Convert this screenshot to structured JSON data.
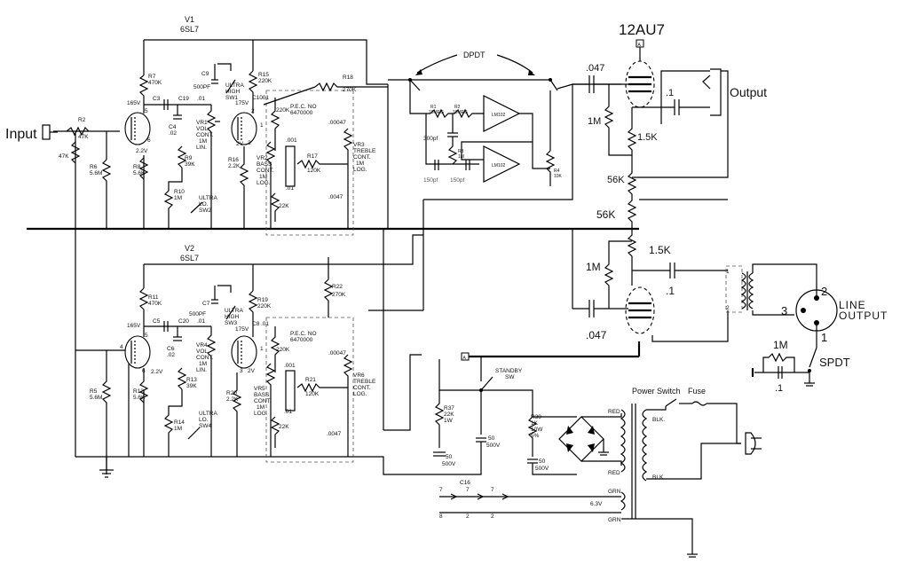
{
  "tube_v1": {
    "designator": "V1",
    "type": "6SL7"
  },
  "tube_v2": {
    "designator": "V2",
    "type": "6SL7"
  },
  "tube_out": {
    "type": "12AU7"
  },
  "input_label": "Input",
  "output_label": "Output",
  "line_output_label": {
    "line1": "LINE",
    "line2": "OUTPUT"
  },
  "switches": {
    "dpdt": "DPDT",
    "spdt": "SPDT",
    "standby": {
      "line1": "STANDBY",
      "line2": "SW"
    },
    "power_switch": "Power Switch",
    "fuse": "Fuse"
  },
  "xlr_pins": [
    "2",
    "3",
    "1"
  ],
  "transformer_pins": [
    "1",
    "2"
  ],
  "marker_a": "A",
  "out_stage": {
    "c_in_top": ".047",
    "c_in_bot": ".047",
    "r_grid_top": "1M",
    "r_grid_bot": "1M",
    "r_plate_top": "1.5K",
    "r_plate_bot": "1.5K",
    "r_load_top": "56K",
    "r_load_bot": "56K",
    "c_out_top": ".1",
    "c_out_bot": ".1",
    "r_spdt": "1M",
    "c_spdt": ".1"
  },
  "v1_stage": {
    "r7": "R7",
    "r7v": "470K",
    "r15": "R15",
    "r15v": "220K",
    "r18": "R18",
    "r18v": "270K",
    "r2": "R2",
    "r2v": "47K",
    "r_in": "47K",
    "r6": "R6",
    "r6v": "5.6M",
    "r8": "R8",
    "r8v": "5.6K",
    "r9": "R9",
    "r9v": "39K",
    "r10": "R10",
    "r10v": "1M",
    "r16": "R16",
    "r16v": "2.2K",
    "r17": "R17",
    "r17v": "120K",
    "cath1": "2.2V",
    "cath2": "2V",
    "plate1": "165V",
    "plate2": "175V",
    "c9": "C9",
    "c9v": "500PF",
    "c3": "C3",
    "c19": "C19",
    "c10": "C10",
    "c_01a": ".01",
    "c_01b": ".01",
    "c4": "C4",
    "c4v": ".02",
    "vr1": [
      "VR1",
      "VOL.",
      "CONT.",
      "1M",
      "LIN."
    ],
    "vr2": [
      "VR2",
      "BASS",
      "CONT.",
      "1M",
      "LOG."
    ],
    "vr3": [
      "VR3",
      "TREBLE",
      "CONT.",
      "1M",
      "LOG."
    ],
    "ultra_high": [
      "ULTRA",
      "HIGH",
      "SW1"
    ],
    "ultra_lo": [
      "ULTRA",
      "LO.",
      "SW2"
    ],
    "pec": [
      "P.E.C. NO",
      "6470000"
    ],
    "tone_r": "220K",
    "tone_r2": "22K",
    "tone_c1": ".00047",
    "tone_c2": ".001",
    "tone_c3": ".01",
    "tone_c4": ".0047",
    "pins": [
      "5",
      "6",
      "2",
      "1",
      "3"
    ]
  },
  "v2_stage": {
    "r11": "R11",
    "r11v": "470K",
    "r19": "R19",
    "r19v": "220K",
    "r22": "R22",
    "r22v": "270K",
    "r5": "R5",
    "r5v": "5.6M",
    "r12": "R12",
    "r12v": "5.6K",
    "r13": "R13",
    "r13v": "39K",
    "r14": "R14",
    "r14v": "1M",
    "r20": "R20",
    "r20v": "2.2K",
    "r21": "R21",
    "r21v": "120K",
    "cath1": "2.2V",
    "cath2": "2V",
    "plate1": "165V",
    "plate2": "175V",
    "c7": "C7",
    "c7v": "500PF",
    "c5": "C5",
    "c20": "C20",
    "c8": "C8",
    "c_01a": ".01",
    "c_01b": ".01",
    "c6": "C6",
    "c6v": ".02",
    "vr4": [
      "VR4",
      "VOL.",
      "CONT.",
      "1M",
      "LIN."
    ],
    "vr5": [
      "VR5",
      "BASS",
      "CONT.",
      "1M",
      "LOG."
    ],
    "vr6": [
      "VR6",
      "TREBLE",
      "CONT.",
      "LOG."
    ],
    "ultra_high": [
      "ULTRA",
      "HIGH",
      "SW3"
    ],
    "ultra_lo": [
      "ULTRA",
      "LO.",
      "SW4"
    ],
    "pec": [
      "P.E.C. NO",
      "6470000"
    ],
    "tone_r": "220K",
    "tone_r2": "22K",
    "tone_c1": ".00047",
    "tone_c2": ".001",
    "tone_c3": ".01",
    "tone_c4": ".0047",
    "pins": [
      "4",
      "5",
      "6",
      "3",
      "1"
    ]
  },
  "opamp_block": {
    "r1": [
      "R1",
      "10MEG"
    ],
    "r2": [
      "R2",
      "10MEG"
    ],
    "r3": [
      "R3",
      "1M"
    ],
    "c1": "300pf",
    "c2": "150pf",
    "c3": "150pf",
    "ic": "LM102",
    "pot": [
      "R4",
      "10K"
    ]
  },
  "supply": {
    "r37": [
      "R37",
      "22K",
      "1W"
    ],
    "r39": [
      "R39",
      "1K",
      "10W",
      "5%"
    ],
    "cap1": [
      "50",
      "500V"
    ],
    "cap2": [
      "50",
      "500V"
    ],
    "cap3": [
      "50",
      "500V"
    ],
    "c16": "C16",
    "heater": "6.3V",
    "wire_red": "RED",
    "wire_grn": "GRN",
    "wire_blk": "BLK.",
    "plug_pins": [
      "7",
      "8",
      "7",
      "2",
      "7",
      "2"
    ]
  }
}
